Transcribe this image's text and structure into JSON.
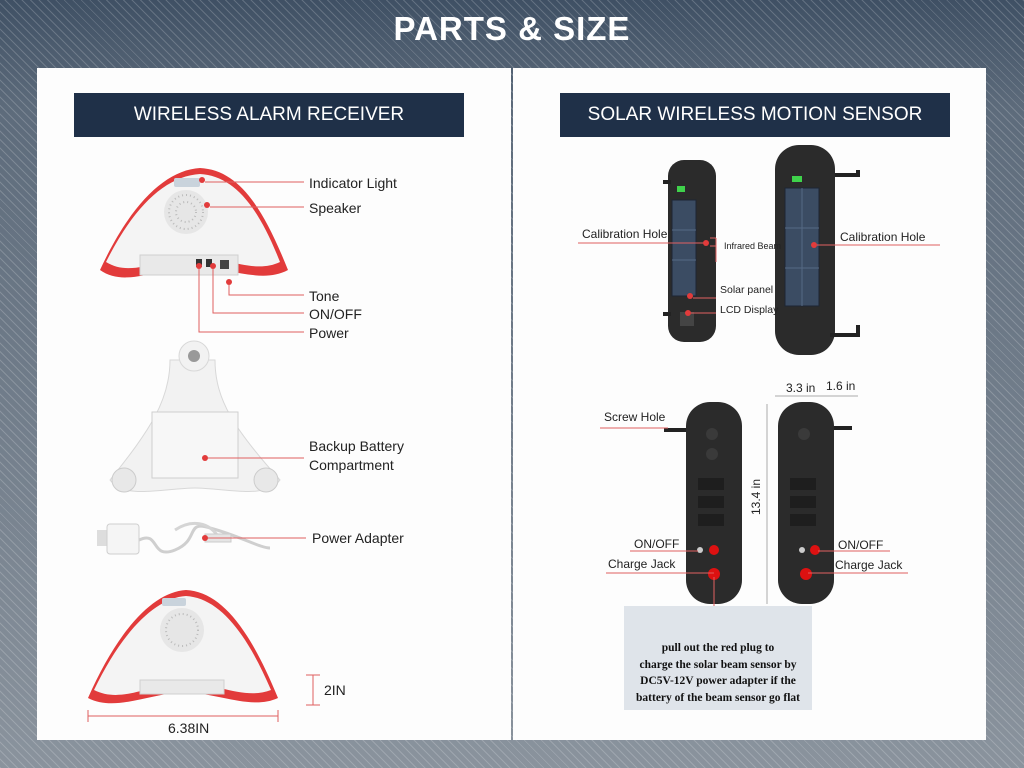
{
  "page_title": "PARTS & SIZE",
  "left": {
    "banner": "WIRELESS ALARM RECEIVER",
    "labels": {
      "indicator_light": "Indicator Light",
      "speaker": "Speaker",
      "tone": "Tone",
      "on_off": "ON/OFF",
      "power": "Power",
      "backup_battery_line1": "Backup Battery",
      "backup_battery_line2": "Compartment",
      "power_adapter": "Power Adapter"
    },
    "dimensions": {
      "height": "2IN",
      "width": "6.38IN"
    }
  },
  "right": {
    "banner": "SOLAR WIRELESS MOTION SENSOR",
    "labels": {
      "calibration_hole_left": "Calibration Hole",
      "infrared_beam": "Infrared Beam",
      "calibration_hole_right": "Calibration Hole",
      "solar_panel": "Solar panel",
      "lcd_display": "LCD Display",
      "screw_hole": "Screw Hole",
      "on_off_left": "ON/OFF",
      "charge_jack_left": "Charge Jack",
      "on_off_right": "ON/OFF",
      "charge_jack_right": "Charge Jack"
    },
    "dimensions": {
      "width": "3.3 in",
      "depth": "1.6 in",
      "height": "13.4 in"
    },
    "note_lines": [
      "pull out the red plug to",
      "charge the solar beam sensor by",
      "DC5V-12V power adapter if the",
      "battery of the beam sensor go flat"
    ]
  },
  "colors": {
    "banner": "#1f3048",
    "accent_red": "#e23b3b",
    "leader_line": "#e06060"
  }
}
